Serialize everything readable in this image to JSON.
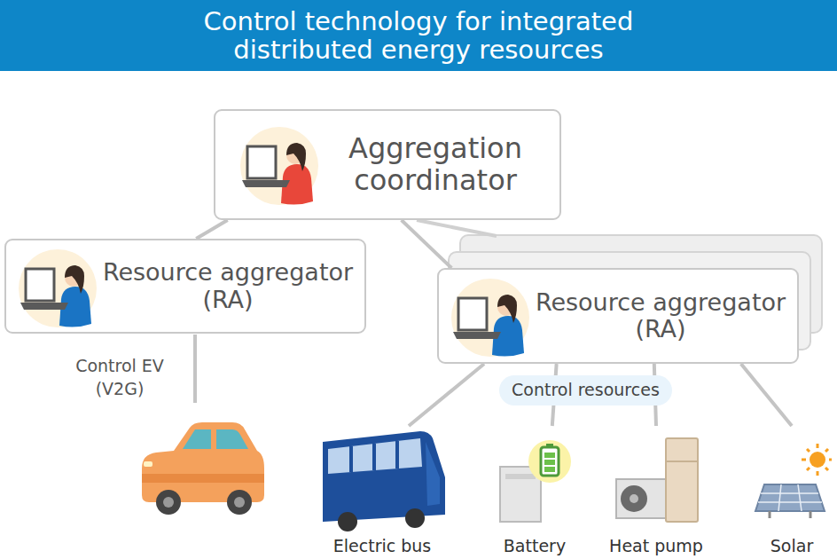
{
  "diagram": {
    "title": "Control technology for integrated distributed energy resources",
    "nodes": [
      {
        "text": [
          "Aggregation coordinator"
        ]
      },
      {
        "text": [
          "Resource aggregator (RA)"
        ]
      },
      {
        "text": [
          "Resource aggregator (RA)"
        ]
      },
      {
        "text": [
          "Electric bus"
        ]
      },
      {
        "text": [
          "Battery"
        ]
      },
      {
        "text": [
          "Heat pump"
        ]
      },
      {
        "text": [
          "Solar"
        ]
      }
    ],
    "edges": [
      {
        "from": 0,
        "to": 1,
        "arrow": "none"
      },
      {
        "from": 0,
        "to": 2,
        "arrow": "none"
      },
      {
        "from": 2,
        "to": 3,
        "arrow": "none"
      },
      {
        "from": 2,
        "to": 4,
        "arrow": "none"
      },
      {
        "from": 2,
        "to": 5,
        "arrow": "none"
      },
      {
        "from": 2,
        "to": 6,
        "arrow": "none"
      }
    ],
    "labels": [
      "Control EV (V2G)",
      "Control resources"
    ]
  }
}
